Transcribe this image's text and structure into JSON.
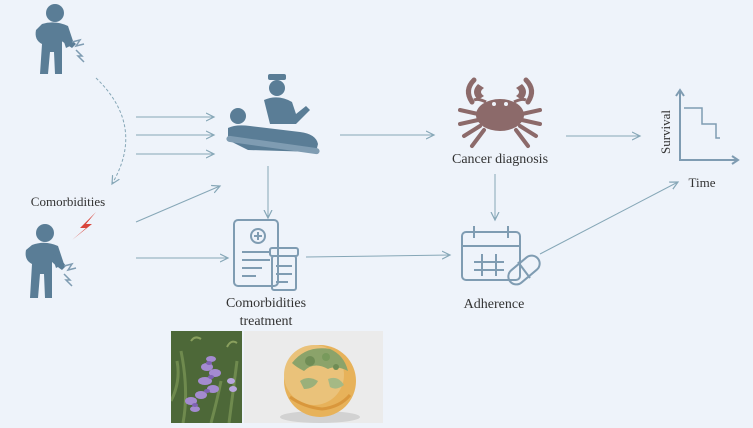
{
  "labels": {
    "comorbidities": "Comorbidities",
    "comorbidities_treatment_line1": "Comorbidities",
    "comorbidities_treatment_line2": "treatment",
    "cancer_diagnosis": "Cancer diagnosis",
    "adherence": "Adherence",
    "survival_axis": "Survival",
    "time_axis": "Time"
  },
  "colors": {
    "icon": "#5a7d96",
    "icon_light": "#7f9cb2",
    "arrow": "#86a7b7",
    "crab": "#8c6a6a",
    "lightning": "#d9453b"
  },
  "photos": {
    "left": "lupine-flower-photo",
    "right": "moldy-orange-photo"
  }
}
